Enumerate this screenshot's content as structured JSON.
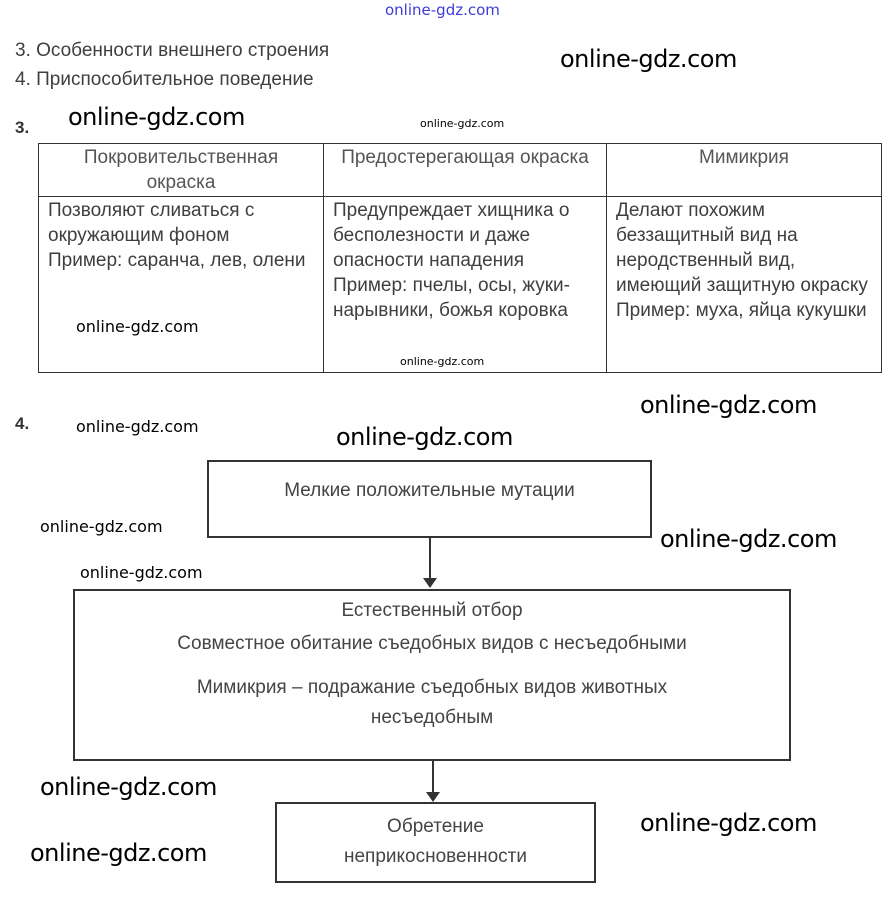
{
  "watermark": "online-gdz.com",
  "list": [
    "3. Особенности внешнего строения",
    "4. Приспособительное поведение"
  ],
  "task3": {
    "number": "3.",
    "headers": [
      "Покровительственная окраска",
      "Предостерегающая окраска",
      "Мимикрия"
    ],
    "cells": [
      [
        "Позволяют сливаться с окружающим фоном",
        "Пример: саранча, лев, олени"
      ],
      [
        "Предупреждает хищника о бесполезности и даже опасности нападения",
        "Пример: пчелы, осы, жуки-нарывники, божья коровка"
      ],
      [
        "Делают похожим беззащитный вид на неродственный вид, имеющий защитную окраску",
        "Пример: муха, яйца кукушки"
      ]
    ]
  },
  "task4": {
    "number": "4.",
    "box1": "Мелкие положительные мутации",
    "box2": {
      "title": "Естественный отбор",
      "line1": "Совместное обитание съедобных видов с несъедобными",
      "line2": "Мимикрия – подражание съедобных видов животных несъедобным"
    },
    "box3": "Обретение неприкосновенности"
  }
}
